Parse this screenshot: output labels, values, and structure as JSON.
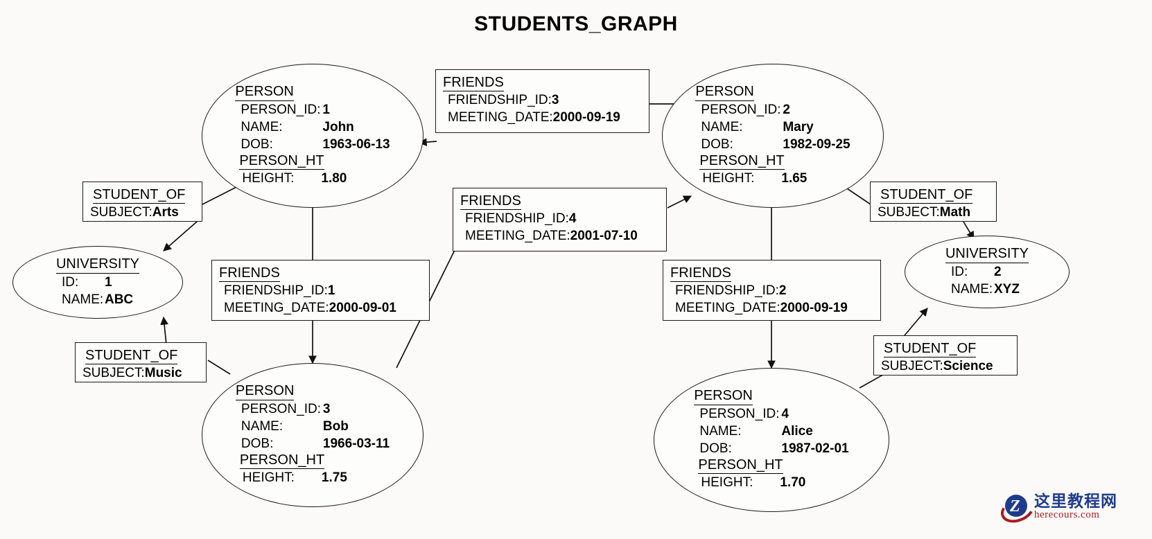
{
  "title": "STUDENTS_GRAPH",
  "nodes": {
    "person1": {
      "type_label": "PERSON",
      "rows": [
        {
          "k": "PERSON_ID:",
          "v": "1"
        },
        {
          "k": "NAME:",
          "v": "John"
        },
        {
          "k": "DOB:",
          "v": "1963-06-13"
        }
      ],
      "sub_label": "PERSON_HT",
      "sub_rows": [
        {
          "k": "HEIGHT:",
          "v": "1.80"
        }
      ]
    },
    "person2": {
      "type_label": "PERSON",
      "rows": [
        {
          "k": "PERSON_ID:",
          "v": "2"
        },
        {
          "k": "NAME:",
          "v": "Mary"
        },
        {
          "k": "DOB:",
          "v": "1982-09-25"
        }
      ],
      "sub_label": "PERSON_HT",
      "sub_rows": [
        {
          "k": "HEIGHT:",
          "v": "1.65"
        }
      ]
    },
    "person3": {
      "type_label": "PERSON",
      "rows": [
        {
          "k": "PERSON_ID:",
          "v": "3"
        },
        {
          "k": "NAME:",
          "v": "Bob"
        },
        {
          "k": "DOB:",
          "v": "1966-03-11"
        }
      ],
      "sub_label": "PERSON_HT",
      "sub_rows": [
        {
          "k": "HEIGHT:",
          "v": "1.75"
        }
      ]
    },
    "person4": {
      "type_label": "PERSON",
      "rows": [
        {
          "k": "PERSON_ID:",
          "v": "4"
        },
        {
          "k": "NAME:",
          "v": "Alice"
        },
        {
          "k": "DOB:",
          "v": "1987-02-01"
        }
      ],
      "sub_label": "PERSON_HT",
      "sub_rows": [
        {
          "k": "HEIGHT:",
          "v": "1.70"
        }
      ]
    },
    "university1": {
      "type_label": "UNIVERSITY",
      "rows": [
        {
          "k": "ID:",
          "v": "1"
        },
        {
          "k": "NAME:",
          "v": "ABC"
        }
      ]
    },
    "university2": {
      "type_label": "UNIVERSITY",
      "rows": [
        {
          "k": "ID:",
          "v": "2"
        },
        {
          "k": "NAME:",
          "v": "XYZ"
        }
      ]
    }
  },
  "relationships": {
    "friends3": {
      "type_label": "FRIENDS",
      "rows": [
        {
          "k": "FRIENDSHIP_ID:",
          "v": "3"
        },
        {
          "k": "MEETING_DATE:",
          "v": "2000-09-19"
        }
      ]
    },
    "friends4": {
      "type_label": "FRIENDS",
      "rows": [
        {
          "k": "FRIENDSHIP_ID:",
          "v": "4"
        },
        {
          "k": "MEETING_DATE:",
          "v": "2001-07-10"
        }
      ]
    },
    "friends1": {
      "type_label": "FRIENDS",
      "rows": [
        {
          "k": "FRIENDSHIP_ID:",
          "v": "1"
        },
        {
          "k": "MEETING_DATE:",
          "v": "2000-09-01"
        }
      ]
    },
    "friends2": {
      "type_label": "FRIENDS",
      "rows": [
        {
          "k": "FRIENDSHIP_ID:",
          "v": "2"
        },
        {
          "k": "MEETING_DATE:",
          "v": "2000-09-19"
        }
      ]
    },
    "student_arts": {
      "type_label": "STUDENT_OF",
      "rows": [
        {
          "k": "SUBJECT:",
          "v": "Arts"
        }
      ]
    },
    "student_music": {
      "type_label": "STUDENT_OF",
      "rows": [
        {
          "k": "SUBJECT:",
          "v": "Music"
        }
      ]
    },
    "student_math": {
      "type_label": "STUDENT_OF",
      "rows": [
        {
          "k": "SUBJECT:",
          "v": "Math"
        }
      ]
    },
    "student_science": {
      "type_label": "STUDENT_OF",
      "rows": [
        {
          "k": "SUBJECT:",
          "v": "Science"
        }
      ]
    }
  },
  "watermark": {
    "logo_letter": "Z",
    "chinese_text": "这里教程网",
    "url_text": "herecours.com",
    "brand_blue": "#1f3c8c",
    "brand_red": "#a81b21"
  }
}
